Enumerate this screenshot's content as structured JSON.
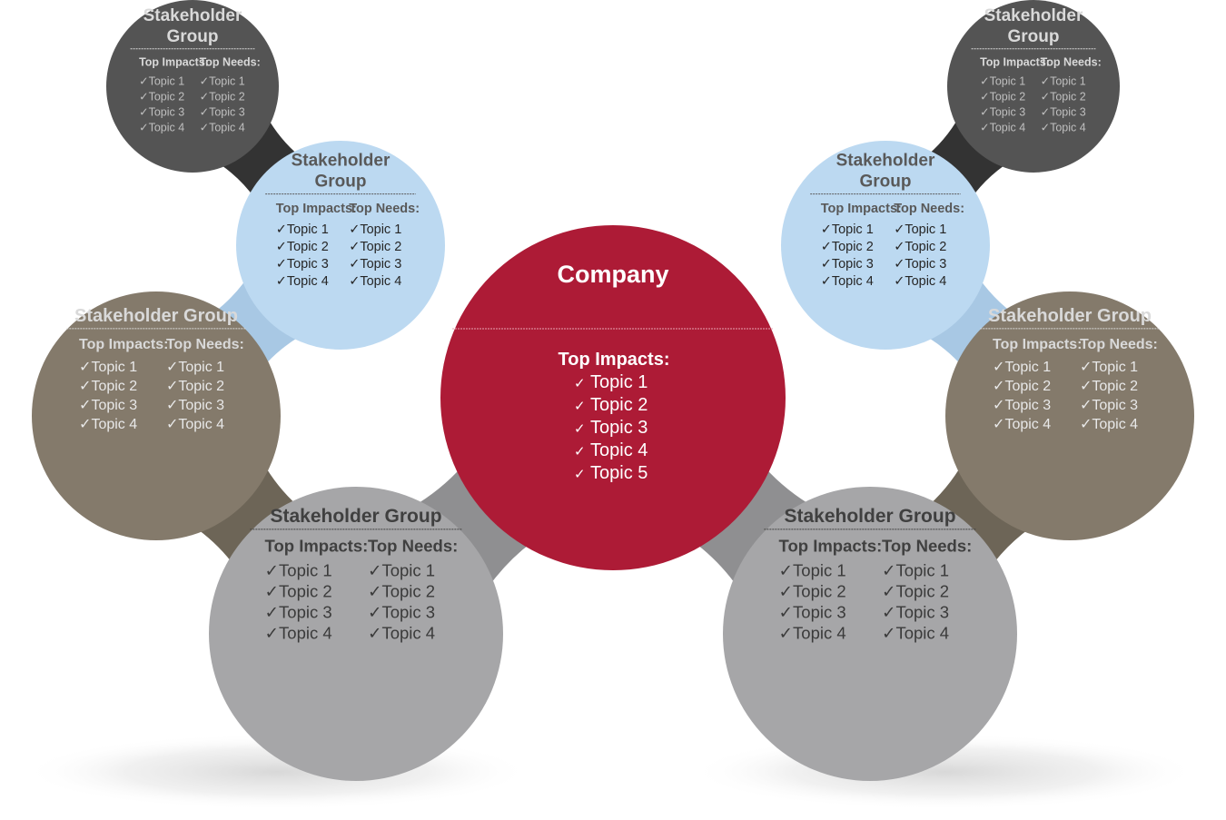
{
  "colors": {
    "company": "#ad1b36",
    "dark": "#545454",
    "light_blue": "#bcd9f1",
    "taupe": "#847a6b",
    "gray": "#a6a6a8",
    "title_dark_text": "#d9d9d9",
    "title_blue_text": "#595959",
    "white": "#ffffff"
  },
  "check_glyph": "✓",
  "company": {
    "title": "Company",
    "impacts_label": "Top Impacts:",
    "impacts": [
      "Topic 1",
      "Topic 2",
      "Topic 3",
      "Topic 4",
      "Topic 5"
    ]
  },
  "groups": [
    {
      "id": "dark-left",
      "title_lines": [
        "Stakeholder",
        "Group"
      ],
      "impacts_label": "Top Impacts:",
      "needs_label": "Top Needs:",
      "impacts": [
        "Topic 1",
        "Topic 2",
        "Topic 3",
        "Topic 4"
      ],
      "needs": [
        "Topic 1",
        "Topic 2",
        "Topic 3",
        "Topic 4"
      ]
    },
    {
      "id": "dark-right",
      "title_lines": [
        "Stakeholder",
        "Group"
      ],
      "impacts_label": "Top Impacts:",
      "needs_label": "Top Needs:",
      "impacts": [
        "Topic 1",
        "Topic 2",
        "Topic 3",
        "Topic 4"
      ],
      "needs": [
        "Topic 1",
        "Topic 2",
        "Topic 3",
        "Topic 4"
      ]
    },
    {
      "id": "blue-left",
      "title_lines": [
        "Stakeholder",
        "Group"
      ],
      "impacts_label": "Top Impacts:",
      "needs_label": "Top Needs:",
      "impacts": [
        "Topic 1",
        "Topic 2",
        "Topic 3",
        "Topic 4"
      ],
      "needs": [
        "Topic 1",
        "Topic 2",
        "Topic 3",
        "Topic 4"
      ]
    },
    {
      "id": "blue-right",
      "title_lines": [
        "Stakeholder",
        "Group"
      ],
      "impacts_label": "Top Impacts:",
      "needs_label": "Top Needs:",
      "impacts": [
        "Topic 1",
        "Topic 2",
        "Topic 3",
        "Topic 4"
      ],
      "needs": [
        "Topic 1",
        "Topic 2",
        "Topic 3",
        "Topic 4"
      ]
    },
    {
      "id": "taupe-left",
      "title_lines": [
        "Stakeholder Group"
      ],
      "impacts_label": "Top Impacts:",
      "needs_label": "Top Needs:",
      "impacts": [
        "Topic  1",
        "Topic  2",
        "Topic  3",
        "Topic  4"
      ],
      "needs": [
        "Topic  1",
        "Topic  2",
        "Topic  3",
        "Topic  4"
      ]
    },
    {
      "id": "taupe-right",
      "title_lines": [
        "Stakeholder Group"
      ],
      "impacts_label": "Top Impacts:",
      "needs_label": "Top Needs:",
      "impacts": [
        "Topic  1",
        "Topic  2",
        "Topic  3",
        "Topic  4"
      ],
      "needs": [
        "Topic  1",
        "Topic  2",
        "Topic  3",
        "Topic  4"
      ]
    },
    {
      "id": "gray-left",
      "title_lines": [
        "Stakeholder  Group"
      ],
      "impacts_label": "Top Impacts:",
      "needs_label": "Top Needs:",
      "impacts": [
        "Topic 1",
        "Topic 2",
        "Topic 3",
        "Topic 4"
      ],
      "needs": [
        "Topic 1",
        "Topic 2",
        "Topic 3",
        "Topic 4"
      ]
    },
    {
      "id": "gray-right",
      "title_lines": [
        "Stakeholder  Group"
      ],
      "impacts_label": "Top Impacts:",
      "needs_label": "Top Needs:",
      "impacts": [
        "Topic 1",
        "Topic 2",
        "Topic 3",
        "Topic 4"
      ],
      "needs": [
        "Topic 1",
        "Topic 2",
        "Topic 3",
        "Topic 4"
      ]
    }
  ]
}
